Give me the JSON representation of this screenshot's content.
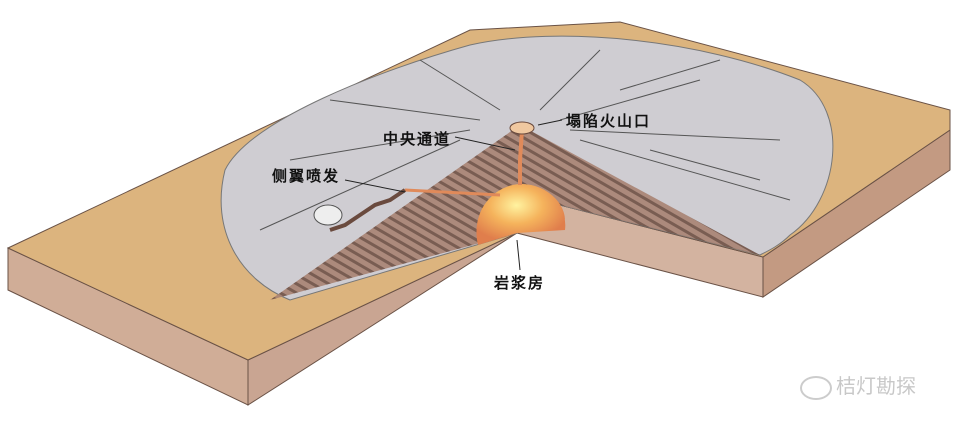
{
  "labels": {
    "collapsed_crater": "塌陷火山口",
    "central_conduit": "中央通道",
    "flank_eruption": "侧翼喷发",
    "magma_chamber": "岩浆房"
  },
  "watermark": {
    "text": "桔灯勘探",
    "icon": "wechat-icon"
  },
  "colors": {
    "sand": "#dcb47e",
    "lava_surface": "#cfcdd2",
    "block_side": "#d0ad97",
    "layers": "#8b6a5c",
    "magma": "#f0a050"
  }
}
